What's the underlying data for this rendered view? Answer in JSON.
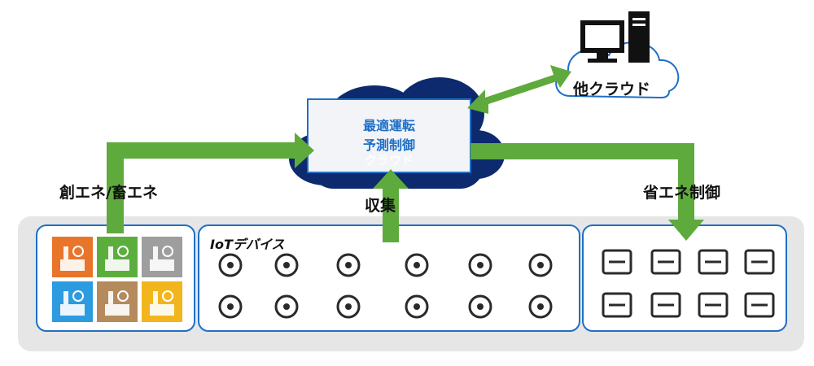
{
  "labels": {
    "generation_storage": "創エネ/畜エネ",
    "collection": "収集",
    "energy_saving_control": "省エネ制御",
    "other_cloud": "他クラウド",
    "iot_devices": "IoTデバイス"
  },
  "cloud": {
    "line1": "最適運転",
    "line2": "予測制御",
    "caption": "クラウド"
  },
  "colors": {
    "arrow_green": "#5faa3c",
    "cloud_navy": "#0d2a6e",
    "panel_border": "#1f6fc6",
    "cloud_text_blue": "#1f6fc6",
    "background_band": "#e6e6e6"
  },
  "energy_tiles": [
    {
      "name": "factory-fire-icon",
      "bg": "#e8752a"
    },
    {
      "name": "wind-turbine-icon",
      "bg": "#5bae3c"
    },
    {
      "name": "nuclear-plant-icon",
      "bg": "#9e9e9e"
    },
    {
      "name": "hydro-dam-icon",
      "bg": "#2d9be0"
    },
    {
      "name": "geothermal-icon",
      "bg": "#b58a5c"
    },
    {
      "name": "solar-panel-icon",
      "bg": "#f2b61c"
    }
  ],
  "iot_icons": [
    "power-icon",
    "wifi-icon",
    "bus-tracking-icon",
    "smart-glasses-icon",
    "smart-bulb-icon",
    "air-conditioner-icon",
    "smart-faucet-icon",
    "security-camera-icon",
    "smartwatch-icon",
    "thermometer-icon",
    "headset-icon",
    "location-pin-icon"
  ],
  "control_icons": [
    "ac-heater-icon",
    "ceiling-light-icon",
    "fan-icon",
    "window-blind-icon",
    "pump-motor-icon",
    "power-outlet-icon",
    "laptop-icon",
    "valve-icon"
  ]
}
